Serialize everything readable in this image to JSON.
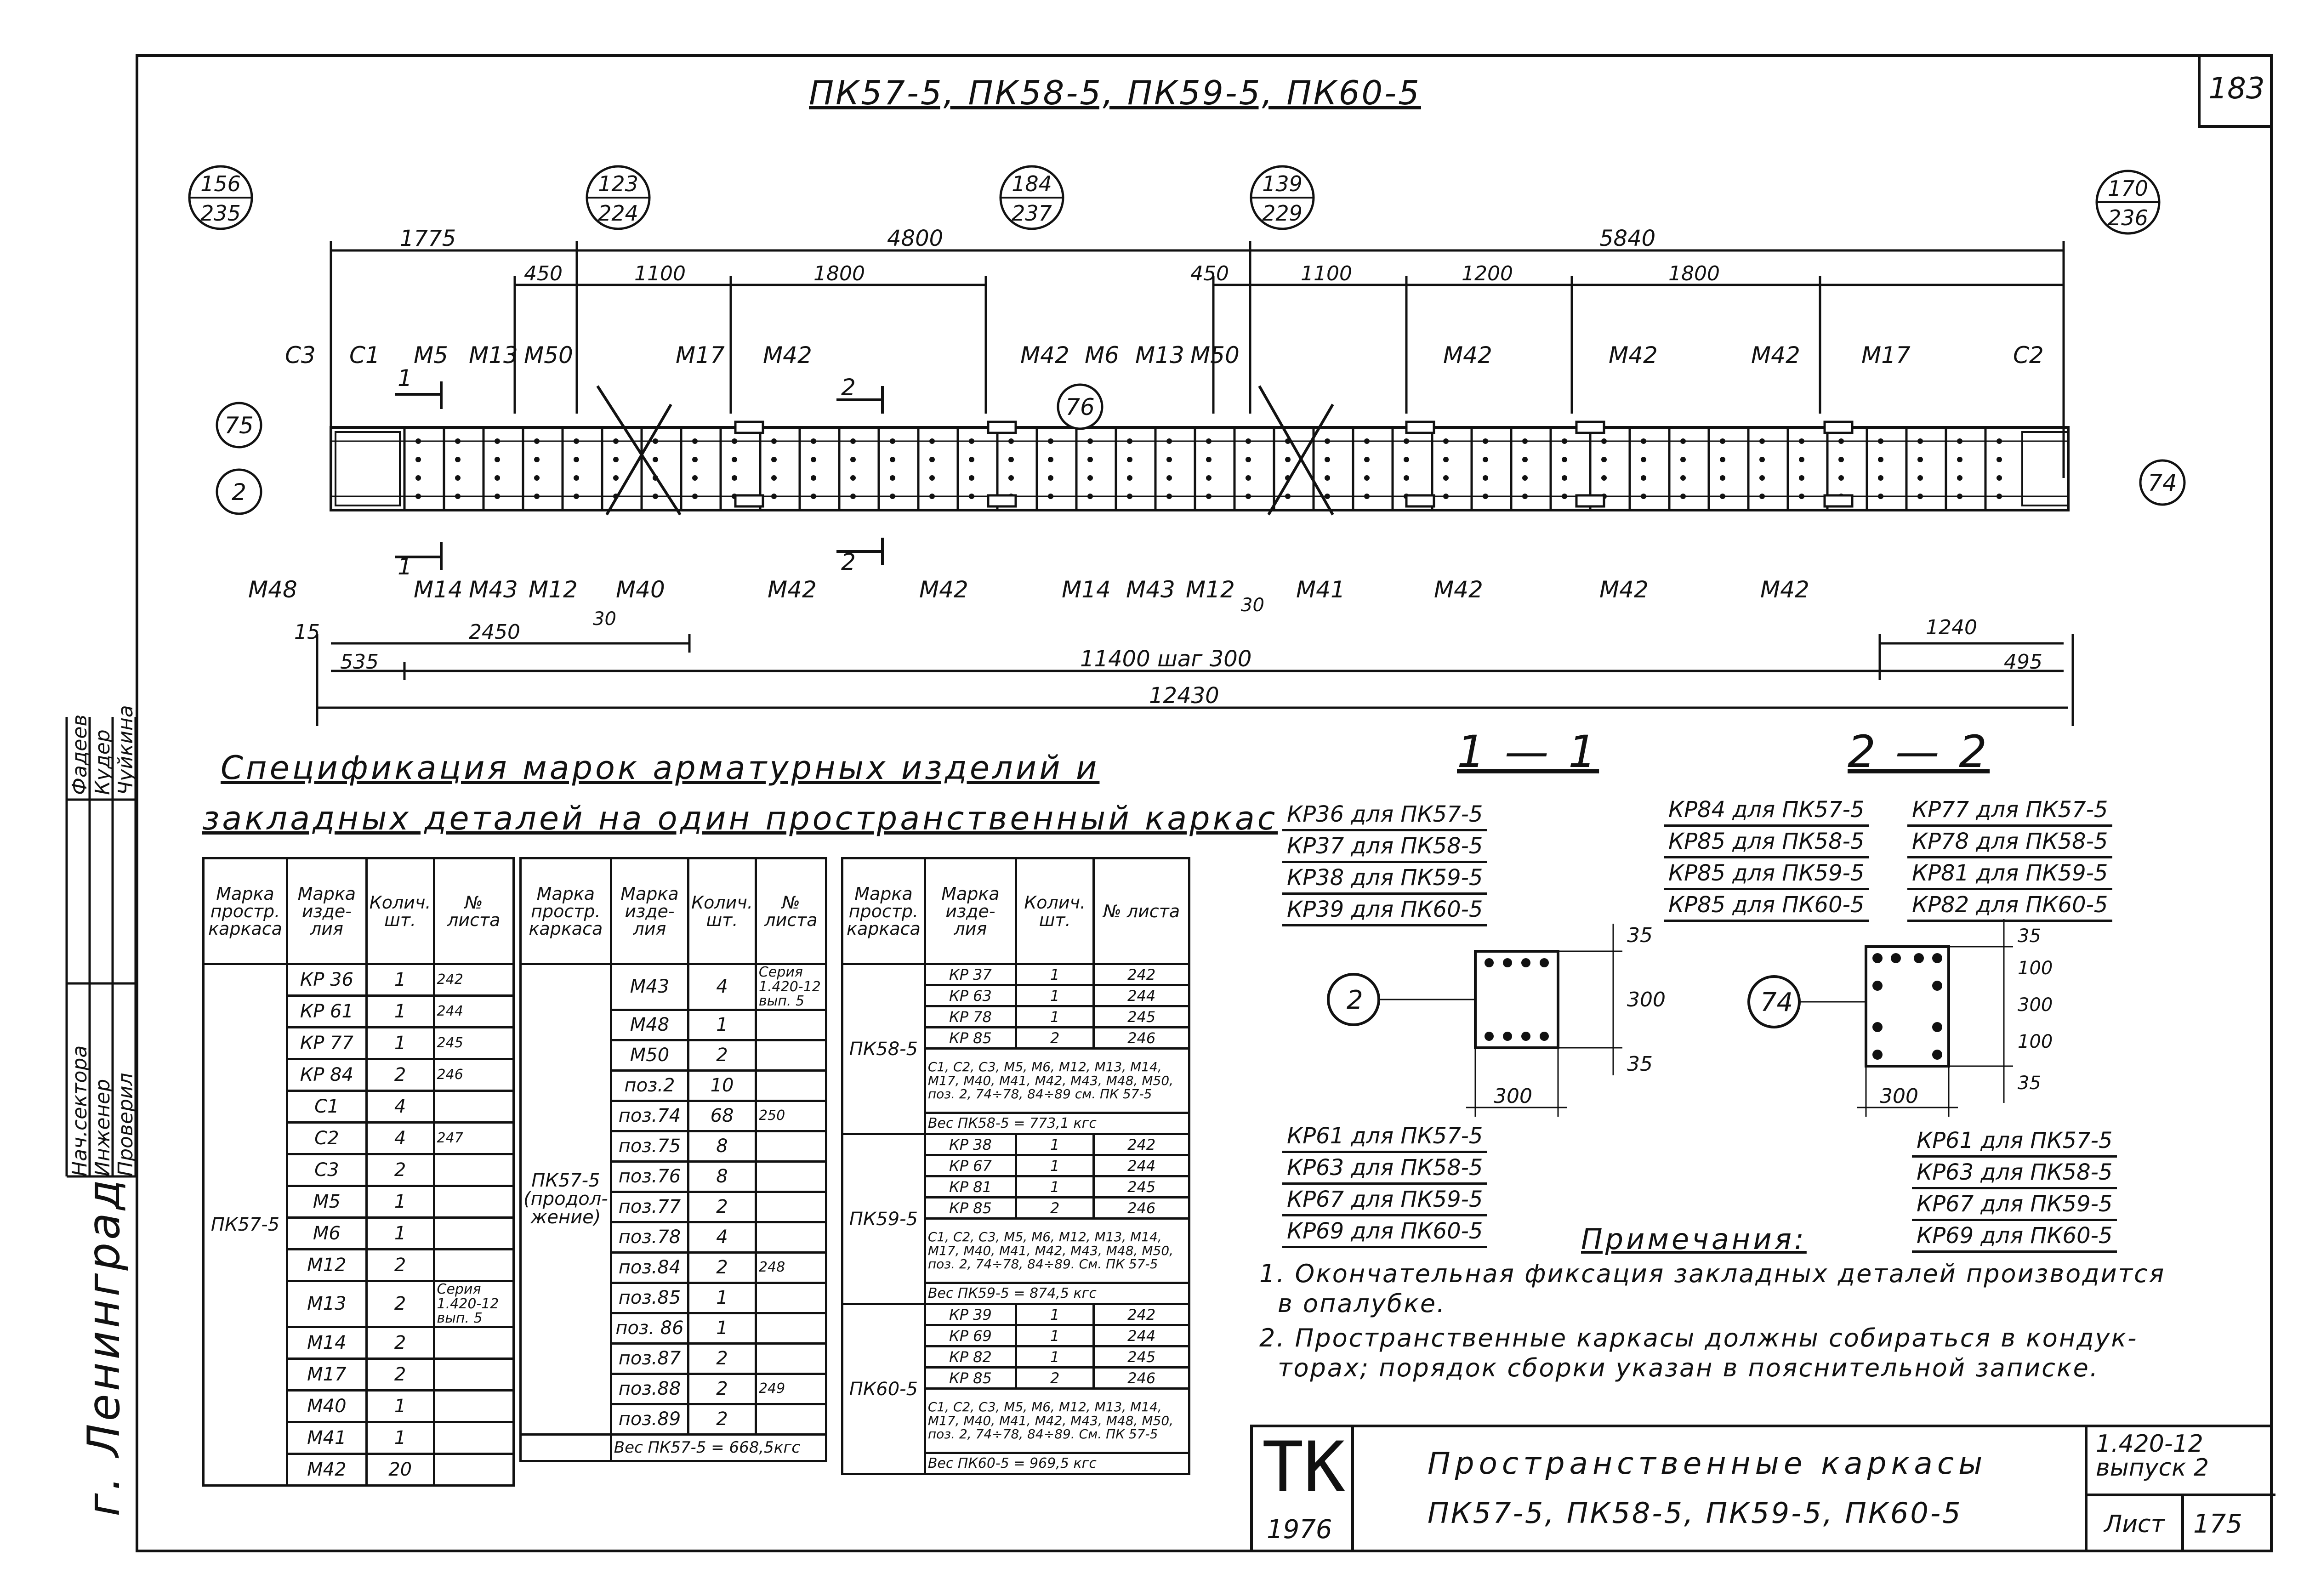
{
  "sheet_number": "183",
  "drawing_title": "ПК57-5, ПК58-5, ПК59-5, ПК60-5",
  "callouts": [
    {
      "top": "156",
      "bottom": "235"
    },
    {
      "top": "123",
      "bottom": "224"
    },
    {
      "top": "184",
      "bottom": "237"
    },
    {
      "top": "139",
      "bottom": "229"
    },
    {
      "top": "170",
      "bottom": "236"
    }
  ],
  "circle_marks": [
    "75",
    "2",
    "76",
    "74"
  ],
  "dimensions": {
    "d1775": "1775",
    "d4800": "4800",
    "d5840": "5840",
    "d450a": "450",
    "d1100a": "1100",
    "d1800a": "1800",
    "d450b": "450",
    "d1100b": "1100",
    "d1200": "1200",
    "d1800b": "1800",
    "d15": "15",
    "d2450": "2450",
    "d30a": "30",
    "d30b": "30",
    "d1240": "1240",
    "d535": "535",
    "d11400": "11400 шаг 300",
    "d495": "495",
    "d12430": "12430"
  },
  "top_labels": [
    "С3",
    "С1",
    "М5",
    "М13",
    "М50",
    "М17",
    "М42",
    "М42",
    "М6",
    "М13",
    "М50",
    "М42",
    "М42",
    "М42",
    "М17",
    "С2"
  ],
  "bottom_labels": [
    "М48",
    "М14",
    "М43",
    "М12",
    "М40",
    "М42",
    "М42",
    "М14",
    "М43",
    "М12",
    "М41",
    "М42",
    "М42",
    "М42"
  ],
  "section_marks": {
    "s1": "1",
    "s2": "2"
  },
  "spec_title_line1": "Спецификация марок арматурных изделий и",
  "spec_title_line2": "закладных деталей на один пространственный каркас",
  "table_headers": {
    "col1": "Марка простр. каркаса",
    "col2": "Марка изде- лия",
    "col3": "Колич. шт.",
    "col4": "№ листа"
  },
  "table1": {
    "frame": "ПК57-5",
    "rows": [
      {
        "item": "КР 36",
        "qty": "1",
        "sheet": "242"
      },
      {
        "item": "КР 61",
        "qty": "1",
        "sheet": "244"
      },
      {
        "item": "КР 77",
        "qty": "1",
        "sheet": "245"
      },
      {
        "item": "КР 84",
        "qty": "2",
        "sheet": "246"
      },
      {
        "item": "С1",
        "qty": "4",
        "sheet": ""
      },
      {
        "item": "С2",
        "qty": "4",
        "sheet": "247"
      },
      {
        "item": "С3",
        "qty": "2",
        "sheet": ""
      },
      {
        "item": "М5",
        "qty": "1",
        "sheet": ""
      },
      {
        "item": "М6",
        "qty": "1",
        "sheet": ""
      },
      {
        "item": "М12",
        "qty": "2",
        "sheet": ""
      },
      {
        "item": "М13",
        "qty": "2",
        "sheet": "Серия 1.420-12 вып. 5"
      },
      {
        "item": "М14",
        "qty": "2",
        "sheet": ""
      },
      {
        "item": "М17",
        "qty": "2",
        "sheet": ""
      },
      {
        "item": "М40",
        "qty": "1",
        "sheet": ""
      },
      {
        "item": "М41",
        "qty": "1",
        "sheet": ""
      },
      {
        "item": "М42",
        "qty": "20",
        "sheet": ""
      }
    ]
  },
  "table2": {
    "frame": "ПК57-5 (продол- жение)",
    "rows": [
      {
        "item": "М43",
        "qty": "4",
        "sheet": "Серия 1.420-12 вып. 5"
      },
      {
        "item": "М48",
        "qty": "1",
        "sheet": ""
      },
      {
        "item": "М50",
        "qty": "2",
        "sheet": ""
      },
      {
        "item": "поз.2",
        "qty": "10",
        "sheet": ""
      },
      {
        "item": "поз.74",
        "qty": "68",
        "sheet": "250"
      },
      {
        "item": "поз.75",
        "qty": "8",
        "sheet": ""
      },
      {
        "item": "поз.76",
        "qty": "8",
        "sheet": ""
      },
      {
        "item": "поз.77",
        "qty": "2",
        "sheet": ""
      },
      {
        "item": "поз.78",
        "qty": "4",
        "sheet": ""
      },
      {
        "item": "поз.84",
        "qty": "2",
        "sheet": "248"
      },
      {
        "item": "поз.85",
        "qty": "1",
        "sheet": ""
      },
      {
        "item": "поз. 86",
        "qty": "1",
        "sheet": ""
      },
      {
        "item": "поз.87",
        "qty": "2",
        "sheet": ""
      },
      {
        "item": "поз.88",
        "qty": "2",
        "sheet": "249"
      },
      {
        "item": "поз.89",
        "qty": "2",
        "sheet": ""
      }
    ],
    "weight": "Вес ПК57-5 = 668,5кгс"
  },
  "table3": [
    {
      "frame": "ПК58-5",
      "rows": [
        {
          "item": "КР 37",
          "qty": "1",
          "sheet": "242"
        },
        {
          "item": "КР 63",
          "qty": "1",
          "sheet": "244"
        },
        {
          "item": "КР 78",
          "qty": "1",
          "sheet": "245"
        },
        {
          "item": "КР 85",
          "qty": "2",
          "sheet": "246"
        }
      ],
      "note": "С1, С2, С3, М5, М6, М12, М13, М14, М17, М40, М41, М42, М43, М48, М50, поз. 2, 74÷78, 84÷89 см. ПК 57-5",
      "weight": "Вес ПК58-5 = 773,1 кгс"
    },
    {
      "frame": "ПК59-5",
      "rows": [
        {
          "item": "КР 38",
          "qty": "1",
          "sheet": "242"
        },
        {
          "item": "КР 67",
          "qty": "1",
          "sheet": "244"
        },
        {
          "item": "КР 81",
          "qty": "1",
          "sheet": "245"
        },
        {
          "item": "КР 85",
          "qty": "2",
          "sheet": "246"
        }
      ],
      "note": "С1, С2, С3, М5, М6, М12, М13, М14, М17, М40, М41, М42, М43, М48, М50, поз. 2, 74÷78, 84÷89. См. ПК 57-5",
      "weight": "Вес ПК59-5 = 874,5 кгс"
    },
    {
      "frame": "ПК60-5",
      "rows": [
        {
          "item": "КР 39",
          "qty": "1",
          "sheet": "242"
        },
        {
          "item": "КР 69",
          "qty": "1",
          "sheet": "244"
        },
        {
          "item": "КР 82",
          "qty": "1",
          "sheet": "245"
        },
        {
          "item": "КР 85",
          "qty": "2",
          "sheet": "246"
        }
      ],
      "note": "С1, С2, С3, М5, М6, М12, М13, М14, М17, М40, М41, М42, М43, М48, М50, поз. 2, 74÷78, 84÷89. См. ПК 57-5",
      "weight": "Вес ПК60-5 = 969,5 кгс"
    }
  ],
  "section_1": {
    "label": "1 — 1",
    "top_list": [
      "КР36 для ПК57-5",
      "КР37 для ПК58-5",
      "КР38 для ПК59-5",
      "КР39 для ПК60-5"
    ],
    "bottom_list": [
      "КР61 для ПК57-5",
      "КР63 для ПК58-5",
      "КР67 для ПК59-5",
      "КР69 для ПК60-5"
    ],
    "dims": {
      "a": "35",
      "b": "300",
      "c": "35",
      "w": "300"
    },
    "mark": "2"
  },
  "section_2": {
    "label": "2 — 2",
    "left_list": [
      "КР84 для ПК57-5",
      "КР85 для ПК58-5",
      "КР85 для ПК59-5",
      "КР85 для ПК60-5"
    ],
    "right_list": [
      "КР77 для ПК57-5",
      "КР78 для ПК58-5",
      "КР81 для ПК59-5",
      "КР82 для ПК60-5"
    ],
    "bottom_list": [
      "КР61 для ПК57-5",
      "КР63 для ПК58-5",
      "КР67 для ПК59-5",
      "КР69 для ПК60-5"
    ],
    "dims": {
      "a": "35",
      "b": "100",
      "c": "300",
      "d": "100",
      "e": "35",
      "w": "300"
    },
    "mark": "74"
  },
  "notes_title": "Примечания:",
  "notes": [
    "1. Окончательная фиксация закладных деталей производится",
    "в опалубке.",
    "2. Пространственные каркасы должны собираться в кондук-",
    "торах; порядок сборки указан в пояснительной записке."
  ],
  "stamp": {
    "logo": "ТК",
    "year": "1976",
    "name_line1": "Пространственные каркасы",
    "name_line2": "ПК57-5, ПК58-5, ПК59-5, ПК60-5",
    "series": "1.420-12",
    "issue": "выпуск 2",
    "sheet_label": "Лист",
    "sheet_value": "175"
  },
  "left_stamp": {
    "roles": [
      "Нач.сектора",
      "Инженер",
      "Проверил"
    ],
    "names": [
      "Фадеев",
      "Кудер",
      "Чуйкина"
    ],
    "city": "г. Ленинград"
  }
}
